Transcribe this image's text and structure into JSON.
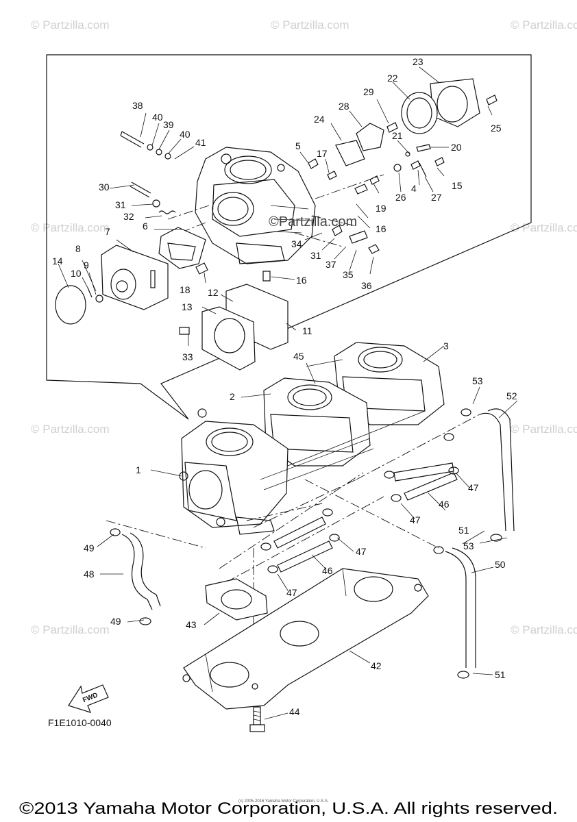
{
  "watermark": {
    "text": "© Partzilla.com",
    "center_text": "©Partzilla.com"
  },
  "diagram": {
    "figure_code": "F1E1010-0040",
    "fwd_label": "FWD",
    "callouts": [
      "1",
      "2",
      "3",
      "4",
      "5",
      "6",
      "7",
      "8",
      "9",
      "10",
      "11",
      "12",
      "13",
      "14",
      "15",
      "16",
      "16",
      "17",
      "18",
      "19",
      "20",
      "21",
      "22",
      "23",
      "24",
      "25",
      "26",
      "27",
      "28",
      "29",
      "30",
      "31",
      "31",
      "32",
      "33",
      "34",
      "35",
      "36",
      "37",
      "38",
      "39",
      "40",
      "40",
      "41",
      "42",
      "43",
      "44",
      "45",
      "46",
      "46",
      "47",
      "47",
      "47",
      "47",
      "48",
      "49",
      "49",
      "50",
      "51",
      "51",
      "52",
      "53",
      "53"
    ]
  },
  "footer": {
    "fine_print": "(c) 2005-2016 Yamaha Motor Corporation, U.S.A.",
    "copyright": "©2013 Yamaha Motor Corporation, U.S.A. All rights reserved."
  }
}
